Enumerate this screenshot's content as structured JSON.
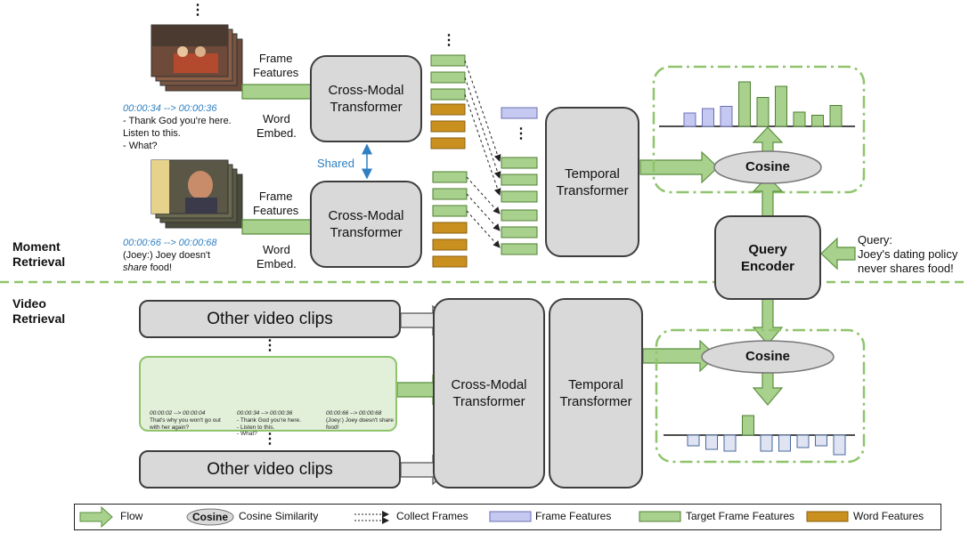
{
  "sections": {
    "moment_retrieval": "Moment\nRetrieval",
    "video_retrieval": "Video\nRetrieval"
  },
  "top": {
    "clip1": {
      "timestamp": "00:00:34 --> 00:00:36",
      "lines": [
        "- Thank God you're here.",
        "Listen to this.",
        "- What?"
      ]
    },
    "clip2": {
      "timestamp": "00:00:66 --> 00:00:68",
      "line1": "(Joey:) Joey doesn't",
      "line2_italic": "share",
      "line2_rest": " food!"
    },
    "frame_features": "Frame\nFeatures",
    "word_embed": "Word\nEmbed.",
    "cross_modal": "Cross-Modal\nTransformer",
    "shared": "Shared",
    "temporal": "Temporal\nTransformer",
    "cosine": "Cosine",
    "query_encoder": "Query\nEncoder",
    "query_text": "Query:\nJoey's dating policy\nnever shares food!",
    "ellipsis": "⋮"
  },
  "bottom": {
    "other_clips_1": "Other video clips",
    "other_clips_2": "Other video clips",
    "cross_modal": "Cross-Modal\nTransformer",
    "temporal": "Temporal\nTransformer",
    "cosine": "Cosine",
    "mini_clips": [
      {
        "ts": "00:00:02 --> 00:00:04",
        "text": "That's why you won't go out\nwith her again?"
      },
      {
        "ts": "00:00:34 --> 00:00:36",
        "text": "- Thank God you're here.\n- Listen to this.\n- What?"
      },
      {
        "ts": "00:00:66 --> 00:00:68",
        "text": "(Joey:) Joey doesn't share\nfood!"
      }
    ]
  },
  "legend": {
    "flow": "Flow",
    "cosine_badge": "Cosine",
    "cosine_similarity": "Cosine Similarity",
    "collect_frames": "Collect Frames",
    "frame_features": "Frame Features",
    "target_frame_features": "Target Frame Features",
    "word_features": "Word Features"
  },
  "colors": {
    "target_frame": "#a9d18e",
    "target_frame_border": "#4f7f31",
    "frame": "#c5c8f0",
    "frame_border": "#6b6fb3",
    "word": "#c9901f",
    "word_border": "#8a5f0f",
    "node_fill": "#d9d9d9",
    "node_border": "#3d3d3d",
    "arrow_fill": "#a9d18e",
    "arrow_border": "#5a8f3c",
    "dash_green": "#8fc46c",
    "timestamp": "#2f7fc1",
    "shared": "#2f7fc1"
  },
  "top_scores": [
    {
      "value": 0.3,
      "kind": "frame"
    },
    {
      "value": 0.4,
      "kind": "frame"
    },
    {
      "value": 0.45,
      "kind": "frame"
    },
    {
      "value": 1.0,
      "kind": "target"
    },
    {
      "value": 0.65,
      "kind": "target"
    },
    {
      "value": 0.9,
      "kind": "target"
    },
    {
      "value": 0.32,
      "kind": "target"
    },
    {
      "value": 0.25,
      "kind": "target"
    },
    {
      "value": 0.47,
      "kind": "target"
    }
  ],
  "bottom_scores": [
    {
      "value": -0.3,
      "kind": "frame"
    },
    {
      "value": -0.4,
      "kind": "frame"
    },
    {
      "value": -0.45,
      "kind": "frame"
    },
    {
      "value": 0.55,
      "kind": "target"
    },
    {
      "value": -0.45,
      "kind": "frame"
    },
    {
      "value": -0.45,
      "kind": "frame"
    },
    {
      "value": -0.35,
      "kind": "frame"
    },
    {
      "value": -0.3,
      "kind": "frame"
    },
    {
      "value": -0.55,
      "kind": "frame"
    }
  ]
}
